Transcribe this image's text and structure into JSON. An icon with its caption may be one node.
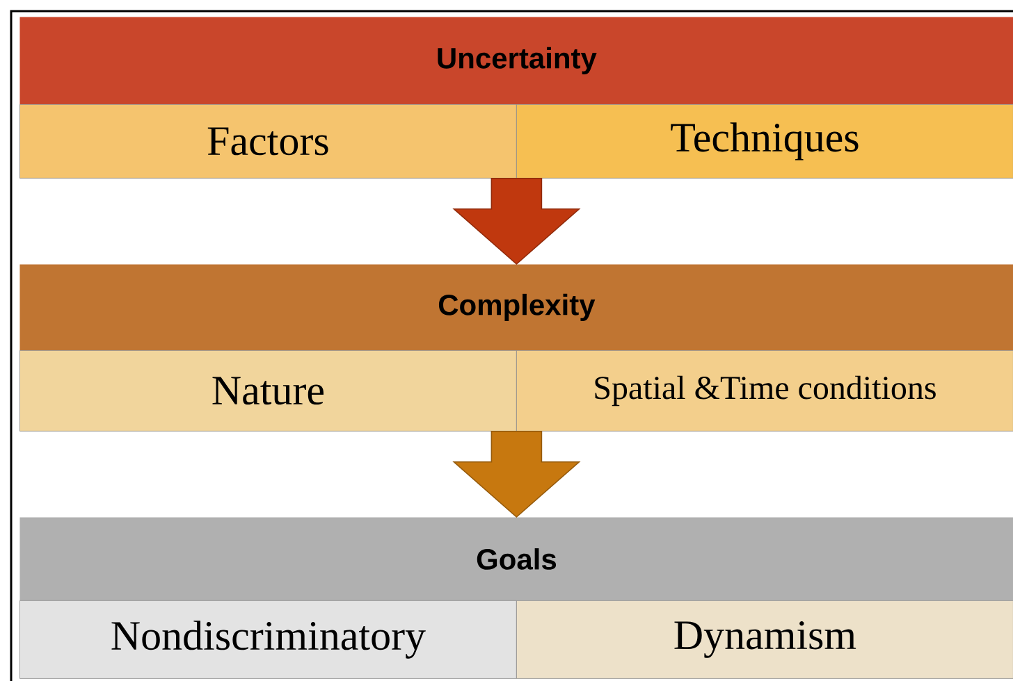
{
  "diagram": {
    "nodes": [
      {
        "text": [
          "Uncertainty"
        ]
      },
      {
        "text": [
          "Factors"
        ]
      },
      {
        "text": [
          "Techniques"
        ]
      },
      {
        "text": [
          "Complexity"
        ]
      },
      {
        "text": [
          "Nature"
        ]
      },
      {
        "text": [
          "Spatial &Time conditions"
        ]
      },
      {
        "text": [
          "Goals"
        ]
      },
      {
        "text": [
          "Nondiscriminatory"
        ]
      },
      {
        "text": [
          "Dynamism"
        ]
      }
    ],
    "edges": [
      {
        "from": 1,
        "to": 3,
        "arrow": "to",
        "style": "thick",
        "color": "#c0380e"
      },
      {
        "from": 2,
        "to": 3,
        "arrow": "to",
        "style": "thick",
        "color": "#c0380e"
      },
      {
        "from": 4,
        "to": 6,
        "arrow": "to",
        "style": "thick",
        "color": "#c7780f"
      },
      {
        "from": 5,
        "to": 6,
        "arrow": "to",
        "style": "thick",
        "color": "#c7780f"
      }
    ]
  }
}
